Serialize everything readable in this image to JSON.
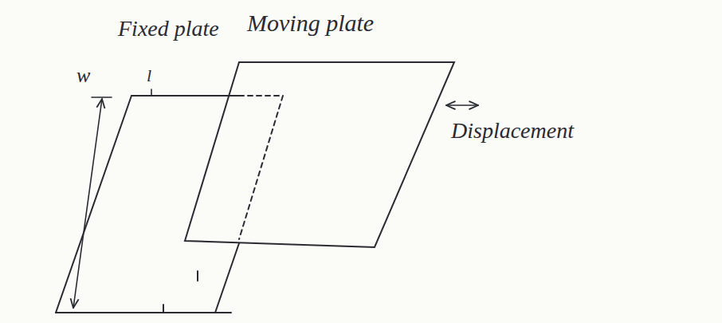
{
  "diagram": {
    "labels": [
      "Fixed plate",
      "Moving plate",
      "Displacement",
      "w",
      "l"
    ]
  }
}
